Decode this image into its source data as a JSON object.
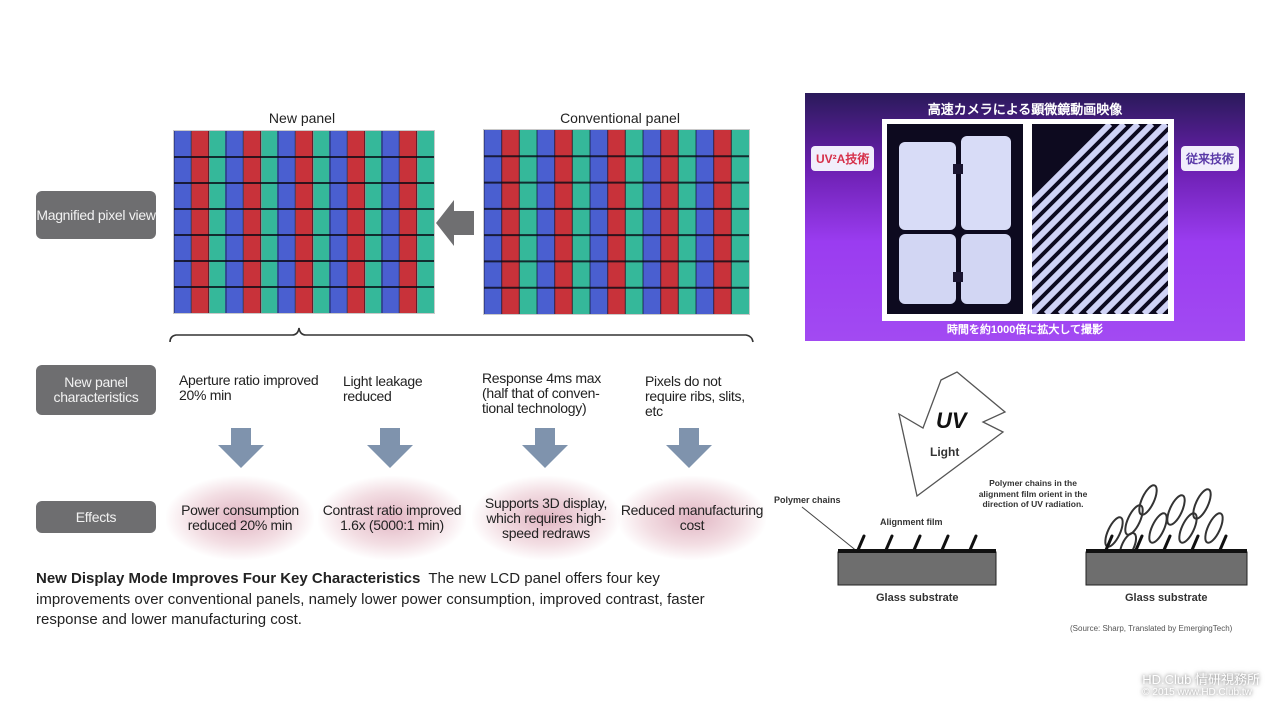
{
  "left_figure": {
    "new_panel_title": "New panel",
    "conventional_panel_title": "Conventional panel",
    "row_labels": {
      "magnified": "Magnified pixel view",
      "characteristics": "New panel characteristics",
      "effects": "Effects"
    },
    "columns": [
      {
        "characteristic": "Aperture ratio improved 20% min",
        "effect": "Power consumption reduced 20% min"
      },
      {
        "characteristic": "Light leakage reduced",
        "effect": "Contrast ratio improved 1.6x (5000:1 min)"
      },
      {
        "characteristic": "Response 4ms max (half that of conven- tional technology)",
        "effect": "Supports 3D display, which requires high- speed redraws"
      },
      {
        "characteristic": "Pixels do not require ribs, slits, etc",
        "effect": "Reduced manufacturing cost"
      }
    ],
    "caption_title": "New Display Mode Improves Four Key Characteristics",
    "caption_body": "The new LCD panel offers four key improvements over conventional panels, namely lower power consumption, improved contrast, faster response and lower manufacturing cost."
  },
  "photo": {
    "title": "高速カメラによる顕微鏡動画映像",
    "left_tag": "UV²A技術",
    "right_tag": "従来技術",
    "subtitle": "時間を約1000倍に拡大して撮影"
  },
  "uv_diagram": {
    "uv_label": "UV",
    "light_label": "Light",
    "polymer_chains": "Polymer chains",
    "alignment_film": "Alignment film",
    "orient_note": "Polymer chains in the alignment film orient in the direction of UV radiation.",
    "glass_left": "Glass substrate",
    "glass_right": "Glass substrate",
    "source": "(Source: Sharp, Translated by EmergingTech)"
  },
  "watermark": {
    "line1": "HD.Club 情研視務所",
    "line2": "© 2015  www.HD.Club.tw"
  },
  "colors": {
    "red": "#c8323a",
    "green": "#35b89a",
    "blue": "#4a5fd0",
    "label_box": "#6e6e70",
    "arrow": "#7f93ad",
    "photo_purple": "#9a3cf0",
    "tag_red": "#d6304a"
  }
}
